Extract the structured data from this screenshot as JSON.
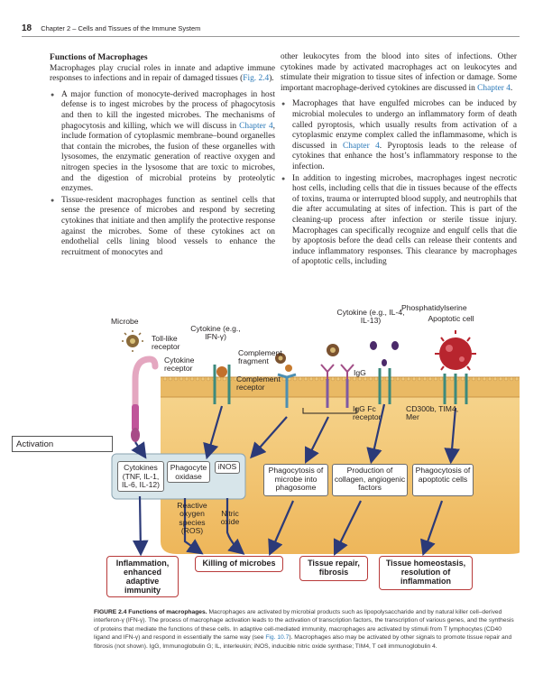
{
  "header": {
    "page_number": "18",
    "chapter": "Chapter 2 – Cells and Tissues of the Immune System"
  },
  "left_column": {
    "heading": "Functions of Macrophages",
    "intro_a": "Macrophages play crucial roles in innate and adaptive immune responses to infections and in repair of damaged tissues (",
    "intro_link": "Fig. 2.4",
    "intro_b": ").",
    "b1_a": "A major function of monocyte-derived macrophages in host defense is to ingest microbes by the process of phagocytosis and then to kill the ingested microbes. The mechanisms of phagocytosis and killing, which we will discuss in ",
    "b1_link": "Chapter 4",
    "b1_b": ", include formation of cytoplasmic membrane–bound organelles that contain the microbes, the fusion of these organelles with lysosomes, the enzymatic generation of reactive oxygen and nitrogen species in the lysosome that are toxic to microbes, and the digestion of microbial proteins by proteolytic enzymes.",
    "b2": "Tissue-resident macrophages function as sentinel cells that sense the presence of microbes and respond by secreting cytokines that initiate and then amplify the protective response against the microbes. Some of these cytokines act on endothelial cells lining blood vessels to enhance the recruitment of monocytes and"
  },
  "right_column": {
    "cont_a": "other leukocytes from the blood into sites of infections. Other cytokines made by activated macrophages act on leukocytes and stimulate their migration to tissue sites of infection or damage. Some important macrophage-derived cytokines are discussed in ",
    "cont_link": "Chapter 4",
    "cont_b": ".",
    "b3_a": "Macrophages that have engulfed microbes can be induced by microbial molecules to undergo an inflammatory form of death called pyroptosis, which usually results from activation of a cytoplasmic enzyme complex called the inflammasome, which is discussed in ",
    "b3_link": "Chapter 4",
    "b3_b": ". Pyroptosis leads to the release of cytokines that enhance the host’s inflammatory response to the infection.",
    "b4": "In addition to ingesting microbes, macrophages ingest necrotic host cells, including cells that die in tissues because of the effects of toxins, trauma or interrupted blood supply, and neutrophils that die after accumulating at sites of infection. This is part of the cleaning-up process after infection or sterile tissue injury. Macrophages can specifically recognize and engulf cells that die by apoptosis before the dead cells can release their contents and induce inflammatory responses. This clearance by macrophages of apoptotic cells, including"
  },
  "figure": {
    "labels": {
      "microbe": "Microbe",
      "tlr": "Toll-like receptor",
      "cytokine_ifn": "Cytokine (e.g., IFN-γ)",
      "cytokine_receptor": "Cytokine receptor",
      "complement_fragment": "Complement fragment",
      "complement_receptor": "Complement receptor",
      "igg": "IgG",
      "igg_fc": "IgG Fc receptor",
      "cytokine_il": "Cytokine (e.g., IL-4, IL-13)",
      "phosphatidylserine": "Phosphatidylserine",
      "apoptotic_cell": "Apoptotic cell",
      "cd300b": "CD300b, TIM4, Mer",
      "activation": "Activation",
      "cytokines_box": "Cytokines (TNF, IL-1, IL-6, IL-12)",
      "phagocyte_oxidase": "Phagocyte oxidase",
      "inos": "iNOS",
      "ros": "Reactive oxygen species (ROS)",
      "nitric_oxide": "Nitric oxide",
      "phago_microbe": "Phagocytosis of microbe into phagosome",
      "collagen": "Production of collagen, angiogenic factors",
      "phago_apoptotic": "Phagocytosis of apoptotic cells",
      "out_inflammation": "Inflammation, enhanced adaptive immunity",
      "out_killing": "Killing of microbes",
      "out_repair": "Tissue repair, fibrosis",
      "out_homeostasis": "Tissue homeostasis, resolution of inflammation"
    },
    "colors": {
      "cytoplasm": "#f2c879",
      "membrane": "#e6b45a",
      "outcome_border": "#b83a3a",
      "arrow": "#2c3a78"
    }
  },
  "caption": {
    "prefix": "FIGURE 2.4 Functions of macrophages.",
    "text": "Macrophages are activated by microbial products such as lipopolysaccharide and by natural killer cell–derived interferon-γ (IFN-γ). The process of macrophage activation leads to the activation of transcription factors, the transcription of various genes, and the synthesis of proteins that mediate the functions of these cells. In adaptive cell-mediated immunity, macrophages are activated by stimuli from T lymphocytes (CD40 ligand and IFN-γ) and respond in essentially the same way (see ",
    "link": "Fig. 10.7",
    "text_b": "). Macrophages also may be activated by other signals to promote tissue repair and fibrosis (not shown). IgG, Immunoglobulin G; IL, interleukin; iNOS, inducible nitric oxide synthase; TIM4, T cell immunoglobulin 4."
  }
}
